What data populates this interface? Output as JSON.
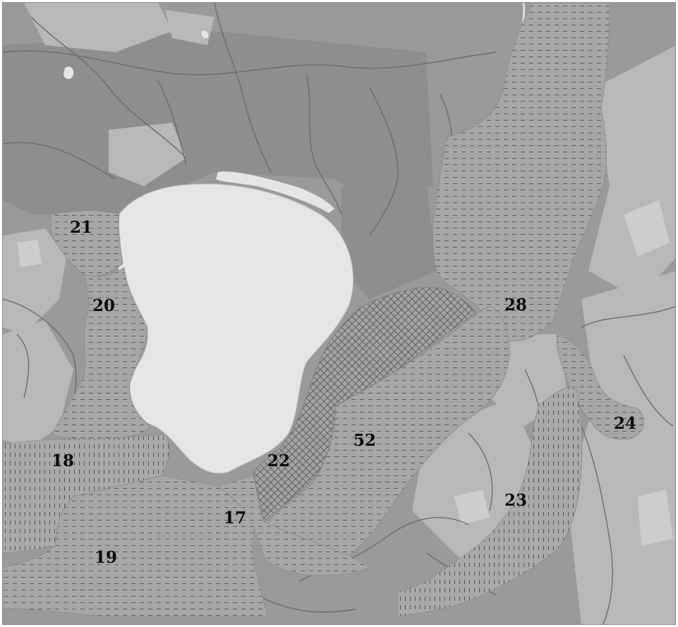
{
  "map": {
    "colors": {
      "terrain_base": "#9a9a9a",
      "terrain_low": "#8d8d8d",
      "terrain_high": "#b9b9b9",
      "terrain_peak": "#cfcfcf",
      "water": "#e6e6e6",
      "river": "#6e6e6e",
      "zone_fill": "#a6a6a6",
      "hatch_mark": "#5a5a5a",
      "label": "#0b0b0b"
    },
    "zones": [
      {
        "id": "21",
        "label": "21",
        "pattern": "dash-horizontal"
      },
      {
        "id": "20",
        "label": "20",
        "pattern": "dash-horizontal"
      },
      {
        "id": "28",
        "label": "28",
        "pattern": "dash-horizontal"
      },
      {
        "id": "24",
        "label": "24",
        "pattern": "dash-horizontal"
      },
      {
        "id": "52",
        "label": "52",
        "pattern": "dash-horizontal"
      },
      {
        "id": "22",
        "label": "22",
        "pattern": "crosshatch"
      },
      {
        "id": "18",
        "label": "18",
        "pattern": "dash-vertical"
      },
      {
        "id": "23",
        "label": "23",
        "pattern": "dash-vertical"
      },
      {
        "id": "19",
        "label": "19",
        "pattern": "dash-horizontal"
      },
      {
        "id": "17",
        "label": "17",
        "pattern": "dash-horizontal"
      }
    ]
  }
}
